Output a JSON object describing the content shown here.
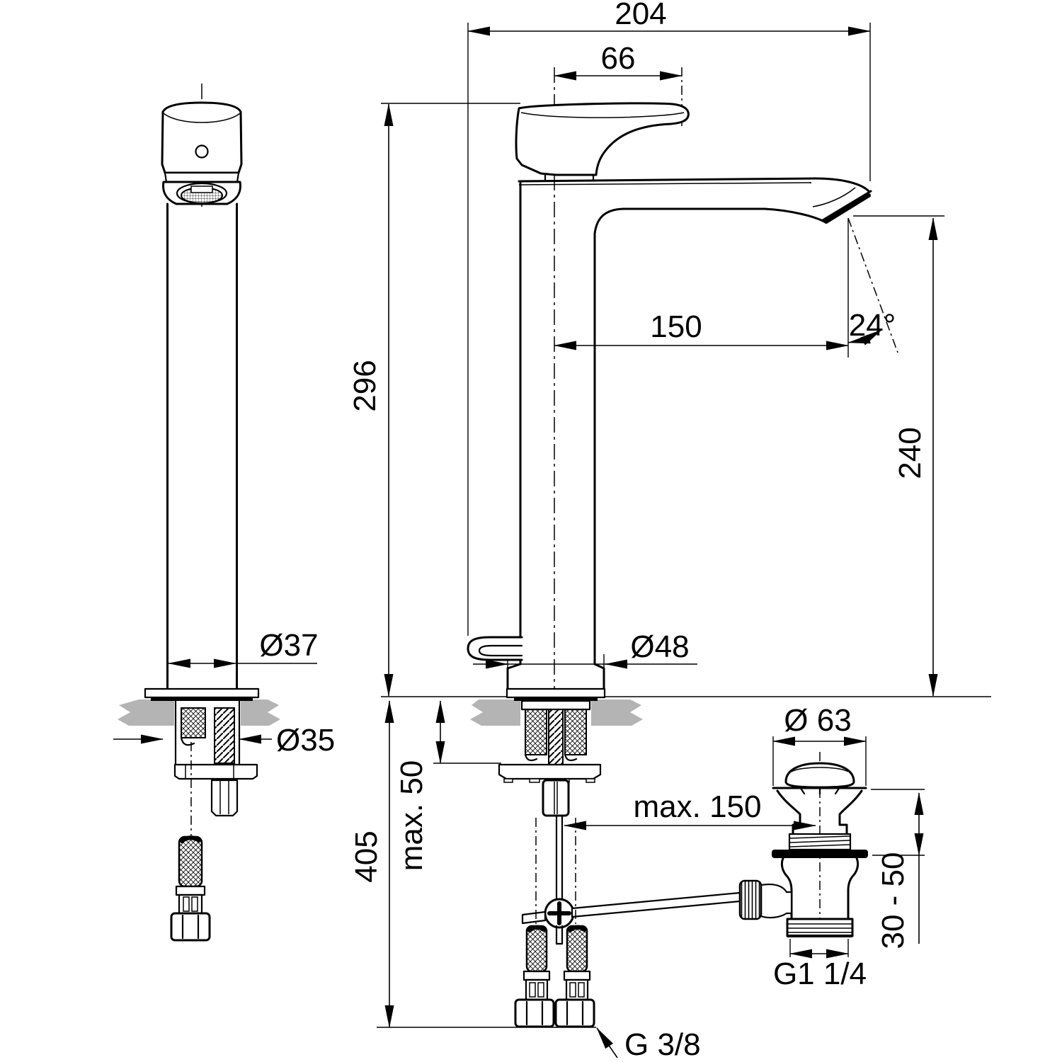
{
  "drawing": {
    "type": "technical-dimension-drawing",
    "subject": "single-lever basin mixer tall with pop-up waste",
    "views": [
      "front-view",
      "side-view",
      "waste-drain-detail"
    ]
  },
  "dimensions": {
    "total_length": "204",
    "handle_length": "66",
    "height_above_deck": "296",
    "spout_reach": "150",
    "spout_angle": "24°",
    "outlet_height": "240",
    "body_diameter": "Ø37",
    "base_diameter": "Ø48",
    "shank_diameter": "Ø35",
    "max_deck_thickness": "max. 50",
    "overall_height": "405",
    "waste_cap_diameter": "Ø 63",
    "max_rod_length": "max. 150",
    "waste_adjust_range": "30 - 50",
    "waste_thread": "G1 1/4",
    "supply_thread": "G 3/8"
  },
  "colors": {
    "line": "#000000",
    "counter_surface": "#b4b4b4",
    "background": "#ffffff"
  }
}
